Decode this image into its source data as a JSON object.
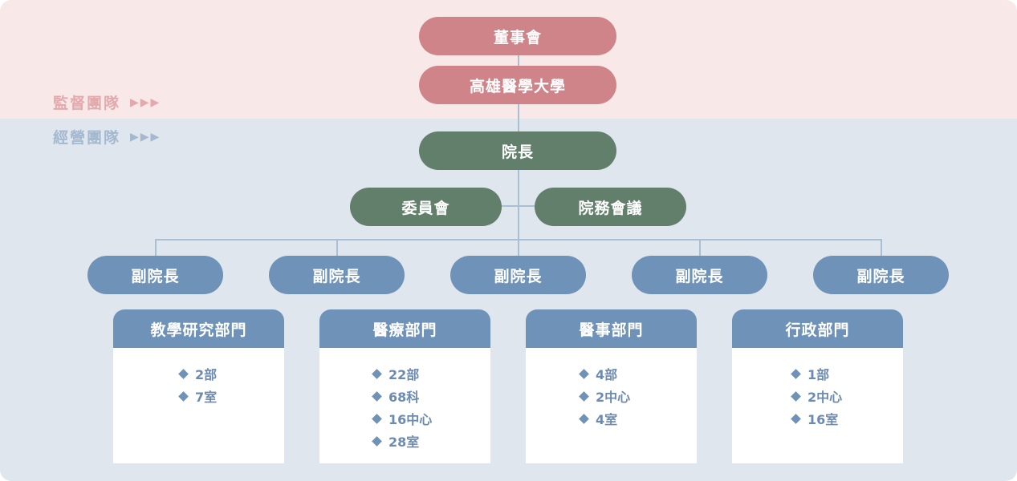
{
  "bands": {
    "supervise": {
      "label": "監督團隊",
      "arrows": "▶▶▶"
    },
    "manage": {
      "label": "經營團隊",
      "arrows": "▶▶▶"
    }
  },
  "nodes": {
    "board": "董事會",
    "university": "高雄醫學大學",
    "president": "院長",
    "committee": "委員會",
    "affairs_meeting": "院務會議",
    "vice_presidents": [
      "副院長",
      "副院長",
      "副院長",
      "副院長",
      "副院長"
    ]
  },
  "departments": [
    {
      "title": "教學研究部門",
      "items": [
        "2部",
        "7室"
      ]
    },
    {
      "title": "醫療部門",
      "items": [
        "22部",
        "68科",
        "16中心",
        "28室"
      ]
    },
    {
      "title": "醫事部門",
      "items": [
        "4部",
        "2中心",
        "4室"
      ]
    },
    {
      "title": "行政部門",
      "items": [
        "1部",
        "2中心",
        "16室"
      ]
    }
  ],
  "colors": {
    "supervise_band": "#f8e8e8",
    "manage_band": "#dfe6ee",
    "pink_node": "#cf8489",
    "green_node": "#627f6b",
    "blue_node": "#6f92b8"
  }
}
